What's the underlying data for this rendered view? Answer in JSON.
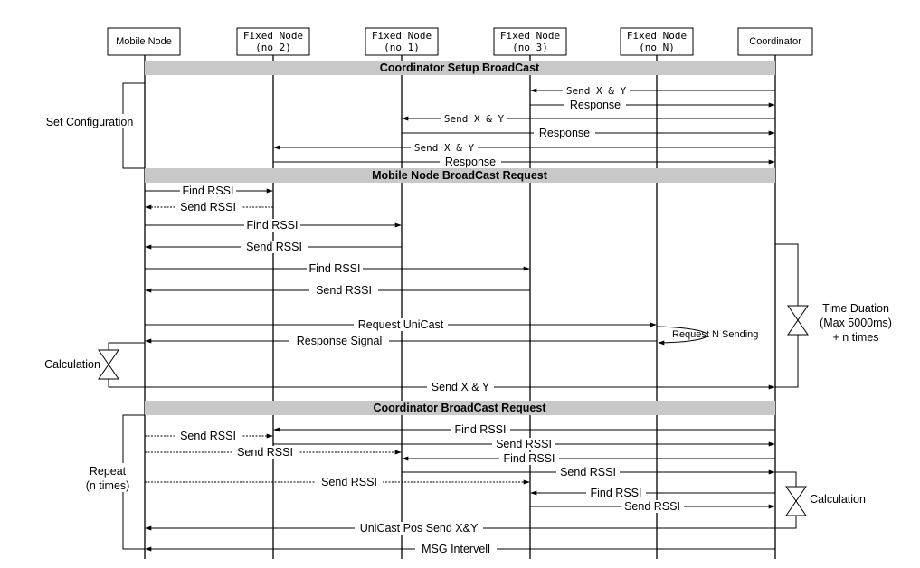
{
  "nodes": [
    {
      "id": "mobile",
      "line1": "Mobile Node",
      "line2": ""
    },
    {
      "id": "fixed2",
      "line1": "Fixed Node",
      "line2": "(no 2)"
    },
    {
      "id": "fixed1",
      "line1": "Fixed Node",
      "line2": "(no 1)"
    },
    {
      "id": "fixed3",
      "line1": "Fixed Node",
      "line2": "(no 3)"
    },
    {
      "id": "fixedN",
      "line1": "Fixed Node",
      "line2": "(no N)"
    },
    {
      "id": "coord",
      "line1": "Coordinator",
      "line2": ""
    }
  ],
  "sections": {
    "setup": "Coordinator Setup BroadCast",
    "mobile_request": "Mobile Node BroadCast Request",
    "coord_request": "Coordinator BroadCast Request"
  },
  "side_labels": {
    "set_configuration": "Set Configuration",
    "calculation_left": "Calculation",
    "repeat_line1": "Repeat",
    "repeat_line2": "(n times)",
    "time_line1": "Time Duation",
    "time_line2": "(Max 5000ms)",
    "time_line3": "+ n times",
    "calculation_right": "Calculation",
    "request_n_sending": "Request N Sending"
  },
  "messages": [
    "Send X & Y",
    "Response",
    "Send X & Y",
    "Response",
    "Send X & Y",
    "Response",
    "Find RSSI",
    "Send RSSI",
    "Find RSSI",
    "Send RSSI",
    "Find RSSI",
    "Send RSSI",
    "Request UniCast",
    "Response Signal",
    "Send X & Y",
    "Find RSSI",
    "Send RSSI",
    "Send RSSI",
    "Send RSSI",
    "Find RSSI",
    "Send RSSI",
    "Send RSSI",
    "Find RSSI",
    "Send RSSI",
    "UniCast Pos Send X&Y",
    "MSG Intervell"
  ]
}
